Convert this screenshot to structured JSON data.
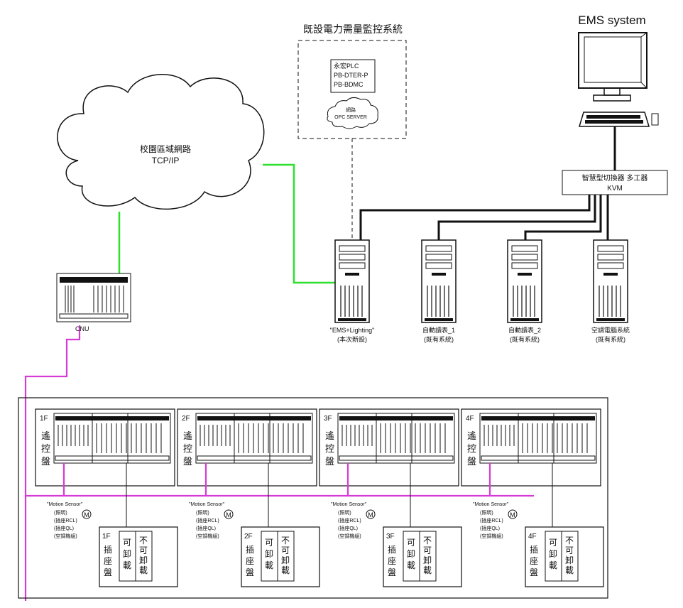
{
  "ems": {
    "title": "EMS system"
  },
  "existing_monitor": {
    "title": "既設電力需量監控系統",
    "box_lines": [
      "永宏PLC",
      "PB-DTER-P",
      "PB-BDMC"
    ],
    "cloud_lines": [
      "網路",
      "OPC SERVER"
    ]
  },
  "campus_network": {
    "lines": [
      "校園區域網路",
      "TCP/IP"
    ]
  },
  "kvm": {
    "lines": [
      "智慧型切換器 多工器",
      "KVM"
    ]
  },
  "cnu": {
    "label": "CNU"
  },
  "servers": [
    {
      "lines": [
        "\"EMS+Lighting\"",
        "(本次新設)"
      ]
    },
    {
      "lines": [
        "自動讀表_1",
        "(既有系統)"
      ]
    },
    {
      "lines": [
        "自動讀表_2",
        "(既有系統)"
      ]
    },
    {
      "lines": [
        "空調電腦系統",
        "(既有系統)"
      ]
    }
  ],
  "floors": [
    {
      "floor": "1F",
      "panel": [
        "遙",
        "控",
        "盤"
      ],
      "socket": [
        "插",
        "座",
        "盤"
      ]
    },
    {
      "floor": "2F",
      "panel": [
        "遙",
        "控",
        "盤"
      ],
      "socket": [
        "插",
        "座",
        "盤"
      ]
    },
    {
      "floor": "3F",
      "panel": [
        "遙",
        "控",
        "盤"
      ],
      "socket": [
        "插",
        "座",
        "盤"
      ]
    },
    {
      "floor": "4F",
      "panel": [
        "遙",
        "控",
        "盤"
      ],
      "socket": [
        "插",
        "座",
        "盤"
      ]
    }
  ],
  "meter": {
    "title": "\"Motion Sensor\"",
    "lines": [
      "(照明)",
      "(插座RCL)",
      "(插座QL)",
      "(空調機組)"
    ],
    "icon_letter": "M"
  },
  "loads": {
    "sheddable": [
      "可",
      "卸",
      "載"
    ],
    "non_sheddable": [
      "不",
      "可",
      "卸",
      "載"
    ]
  },
  "colors": {
    "green": "#2ee02e",
    "magenta": "#d63ad6",
    "line": "#111111"
  }
}
